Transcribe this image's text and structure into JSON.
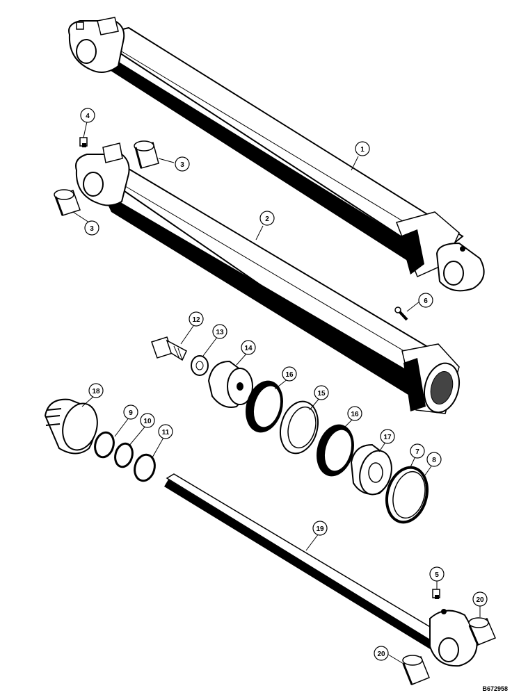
{
  "diagram": {
    "reference_number": "B672958",
    "callouts": [
      {
        "id": "c1",
        "label": "1"
      },
      {
        "id": "c2",
        "label": "2"
      },
      {
        "id": "c3a",
        "label": "3"
      },
      {
        "id": "c3b",
        "label": "3"
      },
      {
        "id": "c4",
        "label": "4"
      },
      {
        "id": "c5",
        "label": "5"
      },
      {
        "id": "c6",
        "label": "6"
      },
      {
        "id": "c7",
        "label": "7"
      },
      {
        "id": "c8",
        "label": "8"
      },
      {
        "id": "c9",
        "label": "9"
      },
      {
        "id": "c10",
        "label": "10"
      },
      {
        "id": "c11",
        "label": "11"
      },
      {
        "id": "c12",
        "label": "12"
      },
      {
        "id": "c13",
        "label": "13"
      },
      {
        "id": "c14",
        "label": "14"
      },
      {
        "id": "c15",
        "label": "15"
      },
      {
        "id": "c16a",
        "label": "16"
      },
      {
        "id": "c16b",
        "label": "16"
      },
      {
        "id": "c17",
        "label": "17"
      },
      {
        "id": "c18",
        "label": "18"
      },
      {
        "id": "c19",
        "label": "19"
      },
      {
        "id": "c20a",
        "label": "20"
      },
      {
        "id": "c20b",
        "label": "20"
      }
    ]
  }
}
